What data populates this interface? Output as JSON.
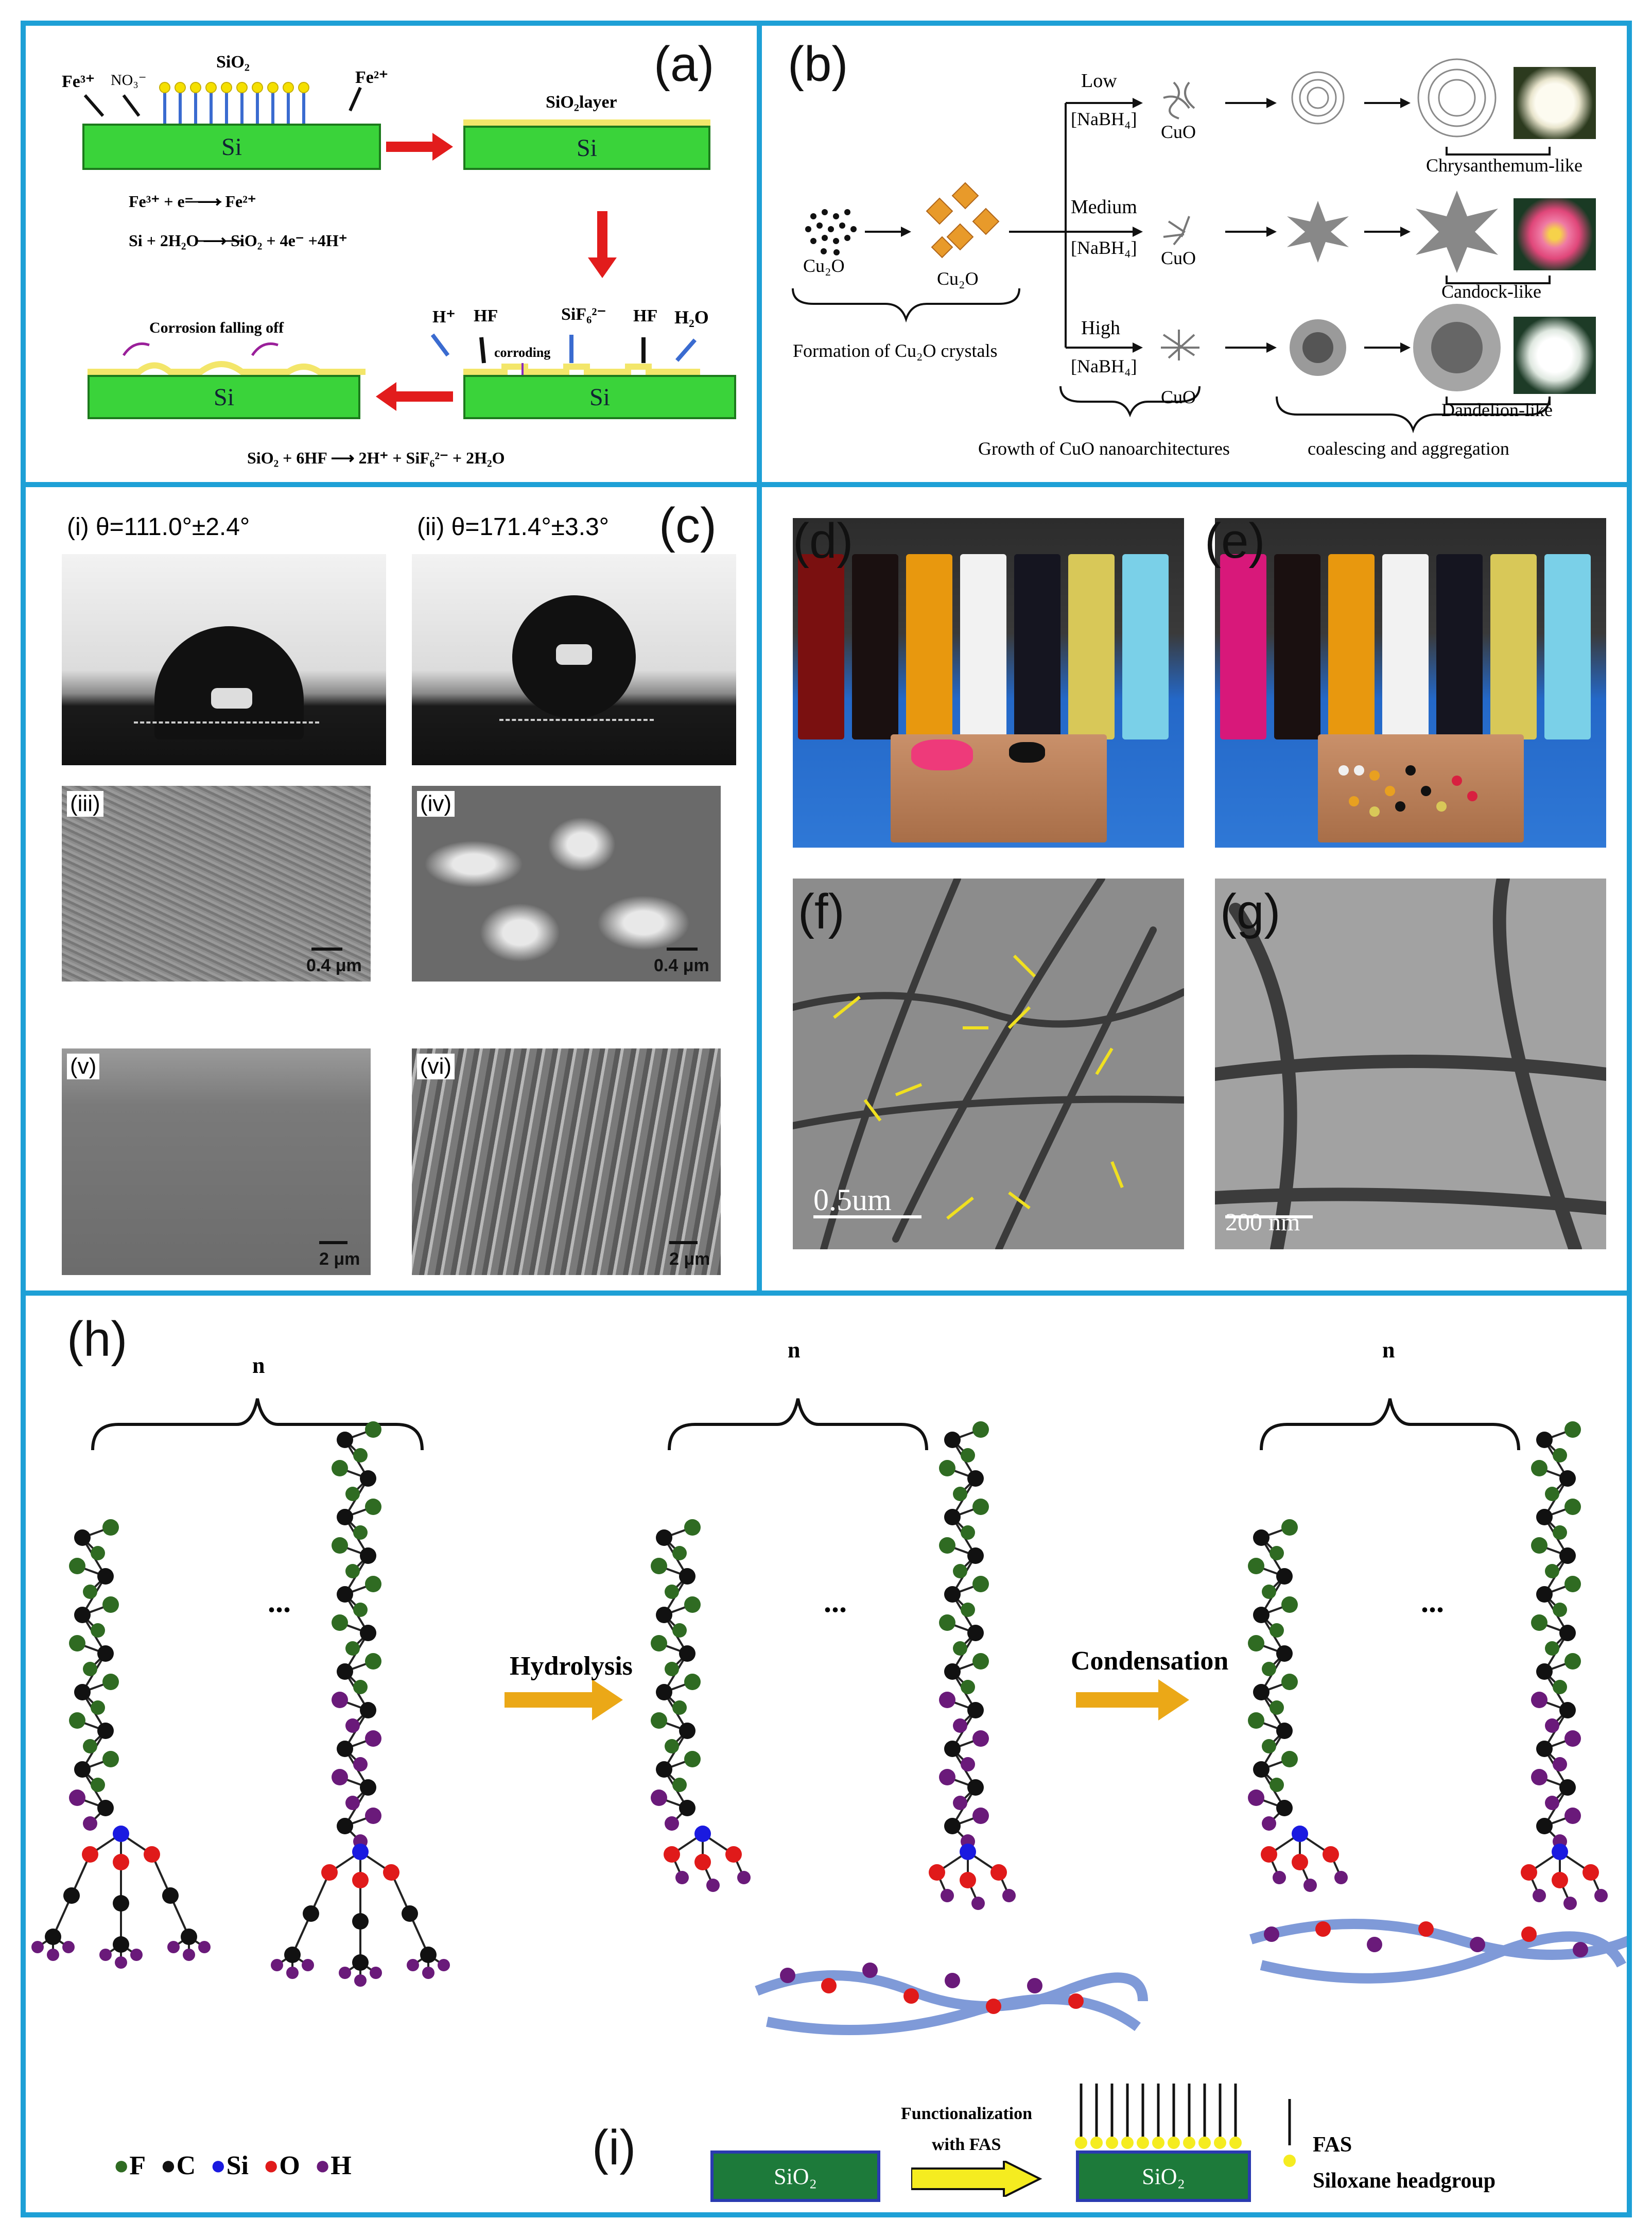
{
  "a": {
    "label": "(a)",
    "fe3": "Fe³⁺",
    "no3": "NO₃⁻",
    "sio2": "SiO₂",
    "fe2": "Fe²⁺",
    "sio2_layer": "SiO₂layer",
    "si": "Si",
    "eq1": "Fe³⁺ + e⁻ ⟶ Fe²⁺",
    "eq2": "Si + 2H₂O ⟶ SiO₂ + 4e⁻ +4H⁺",
    "h_plus": "H⁺",
    "hf": "HF",
    "sif6": "SiF₆²⁻",
    "h2o": "H₂O",
    "corroding": "corroding",
    "corrosion": "Corrosion falling off",
    "eq3": "SiO₂ + 6HF ⟶ 2H⁺ + SiF₆²⁻ + 2H₂O"
  },
  "b": {
    "label": "(b)",
    "cu2o": "Cu₂O",
    "formation": "Formation of Cu₂O crystals",
    "rows": [
      {
        "level": "Low",
        "reagent": "[NaBH₄]",
        "product": "CuO",
        "result": "Chrysanthemum-like",
        "photo_color": "#f4f1e2"
      },
      {
        "level": "Medium",
        "reagent": "[NaBH₄]",
        "product": "CuO",
        "result": "Candock-like",
        "photo_color": "#e85a8a"
      },
      {
        "level": "High",
        "reagent": "[NaBH₄]",
        "product": "CuO",
        "result": "Dandelion-like",
        "photo_color": "#e7ede8"
      }
    ],
    "growth": "Growth of CuO nanoarchitectures",
    "coalescing": "coalescing and aggregation"
  },
  "c": {
    "label": "(c)",
    "i": "(i) θ=111.0°±2.4°",
    "ii": "(ii) θ=171.4°±3.3°",
    "iii": "(iii)",
    "iv": "(iv)",
    "v": "(v)",
    "vi": "(vi)",
    "scale_04": "0.4 μm",
    "scale_2": "2 μm"
  },
  "d": {
    "label": "(d)"
  },
  "e": {
    "label": "(e)"
  },
  "f": {
    "label": "(f)",
    "scale": "0.5um"
  },
  "g": {
    "label": "(g)",
    "scale": "200 nm"
  },
  "h": {
    "label": "(h)",
    "n": "n",
    "dots": "...",
    "hydrolysis": "Hydrolysis",
    "condensation": "Condensation",
    "legend": {
      "F": "F",
      "C": "C",
      "Si": "Si",
      "O": "O",
      "H": "H"
    },
    "colors": {
      "F": "#2f6b22",
      "C": "#111111",
      "Si": "#1a1ae0",
      "O": "#e01a1a",
      "H": "#6a1a7a",
      "substrate": "#7f9ad8"
    }
  },
  "i": {
    "label": "(i)",
    "sio2": "SiO₂",
    "func1": "Functionalization",
    "func2": "with FAS",
    "fas": "FAS",
    "siloxane": "Siloxane headgroup"
  }
}
